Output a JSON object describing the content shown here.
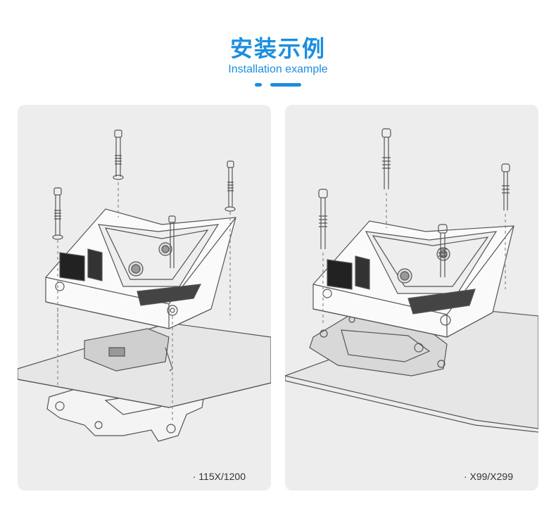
{
  "header": {
    "title_cn": "安装示例",
    "title_en": "Installation example",
    "accent_color": "#1b8ee0"
  },
  "panels": [
    {
      "caption": "· 115X/1200"
    },
    {
      "caption": "· X99/X299"
    }
  ]
}
